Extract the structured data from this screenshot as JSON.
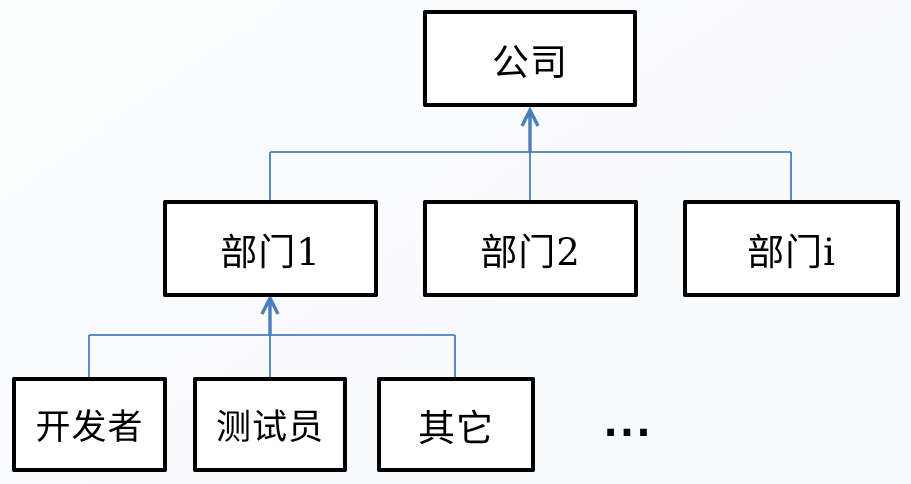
{
  "diagram": {
    "type": "org-hierarchy",
    "nodes": {
      "company": {
        "label": "公司"
      },
      "dept1": {
        "label": "部门1"
      },
      "dept2": {
        "label": "部门2"
      },
      "depti": {
        "label": "部门i"
      },
      "developer": {
        "label": "开发者"
      },
      "tester": {
        "label": "测试员"
      },
      "other": {
        "label": "其它"
      }
    },
    "ellipsis": "...",
    "edges": [
      {
        "from": "dept1",
        "to": "company",
        "arrow_into_parent": false
      },
      {
        "from": "dept2",
        "to": "company",
        "arrow_into_parent": true
      },
      {
        "from": "depti",
        "to": "company",
        "arrow_into_parent": false
      },
      {
        "from": "developer",
        "to": "dept1",
        "arrow_into_parent": false
      },
      {
        "from": "tester",
        "to": "dept1",
        "arrow_into_parent": true
      },
      {
        "from": "other",
        "to": "dept1",
        "arrow_into_parent": false
      }
    ],
    "colors": {
      "connector": "#4a7ebb",
      "box_border": "#000000",
      "box_fill": "#ffffff",
      "text": "#000000",
      "background": "#fafbfe"
    }
  }
}
